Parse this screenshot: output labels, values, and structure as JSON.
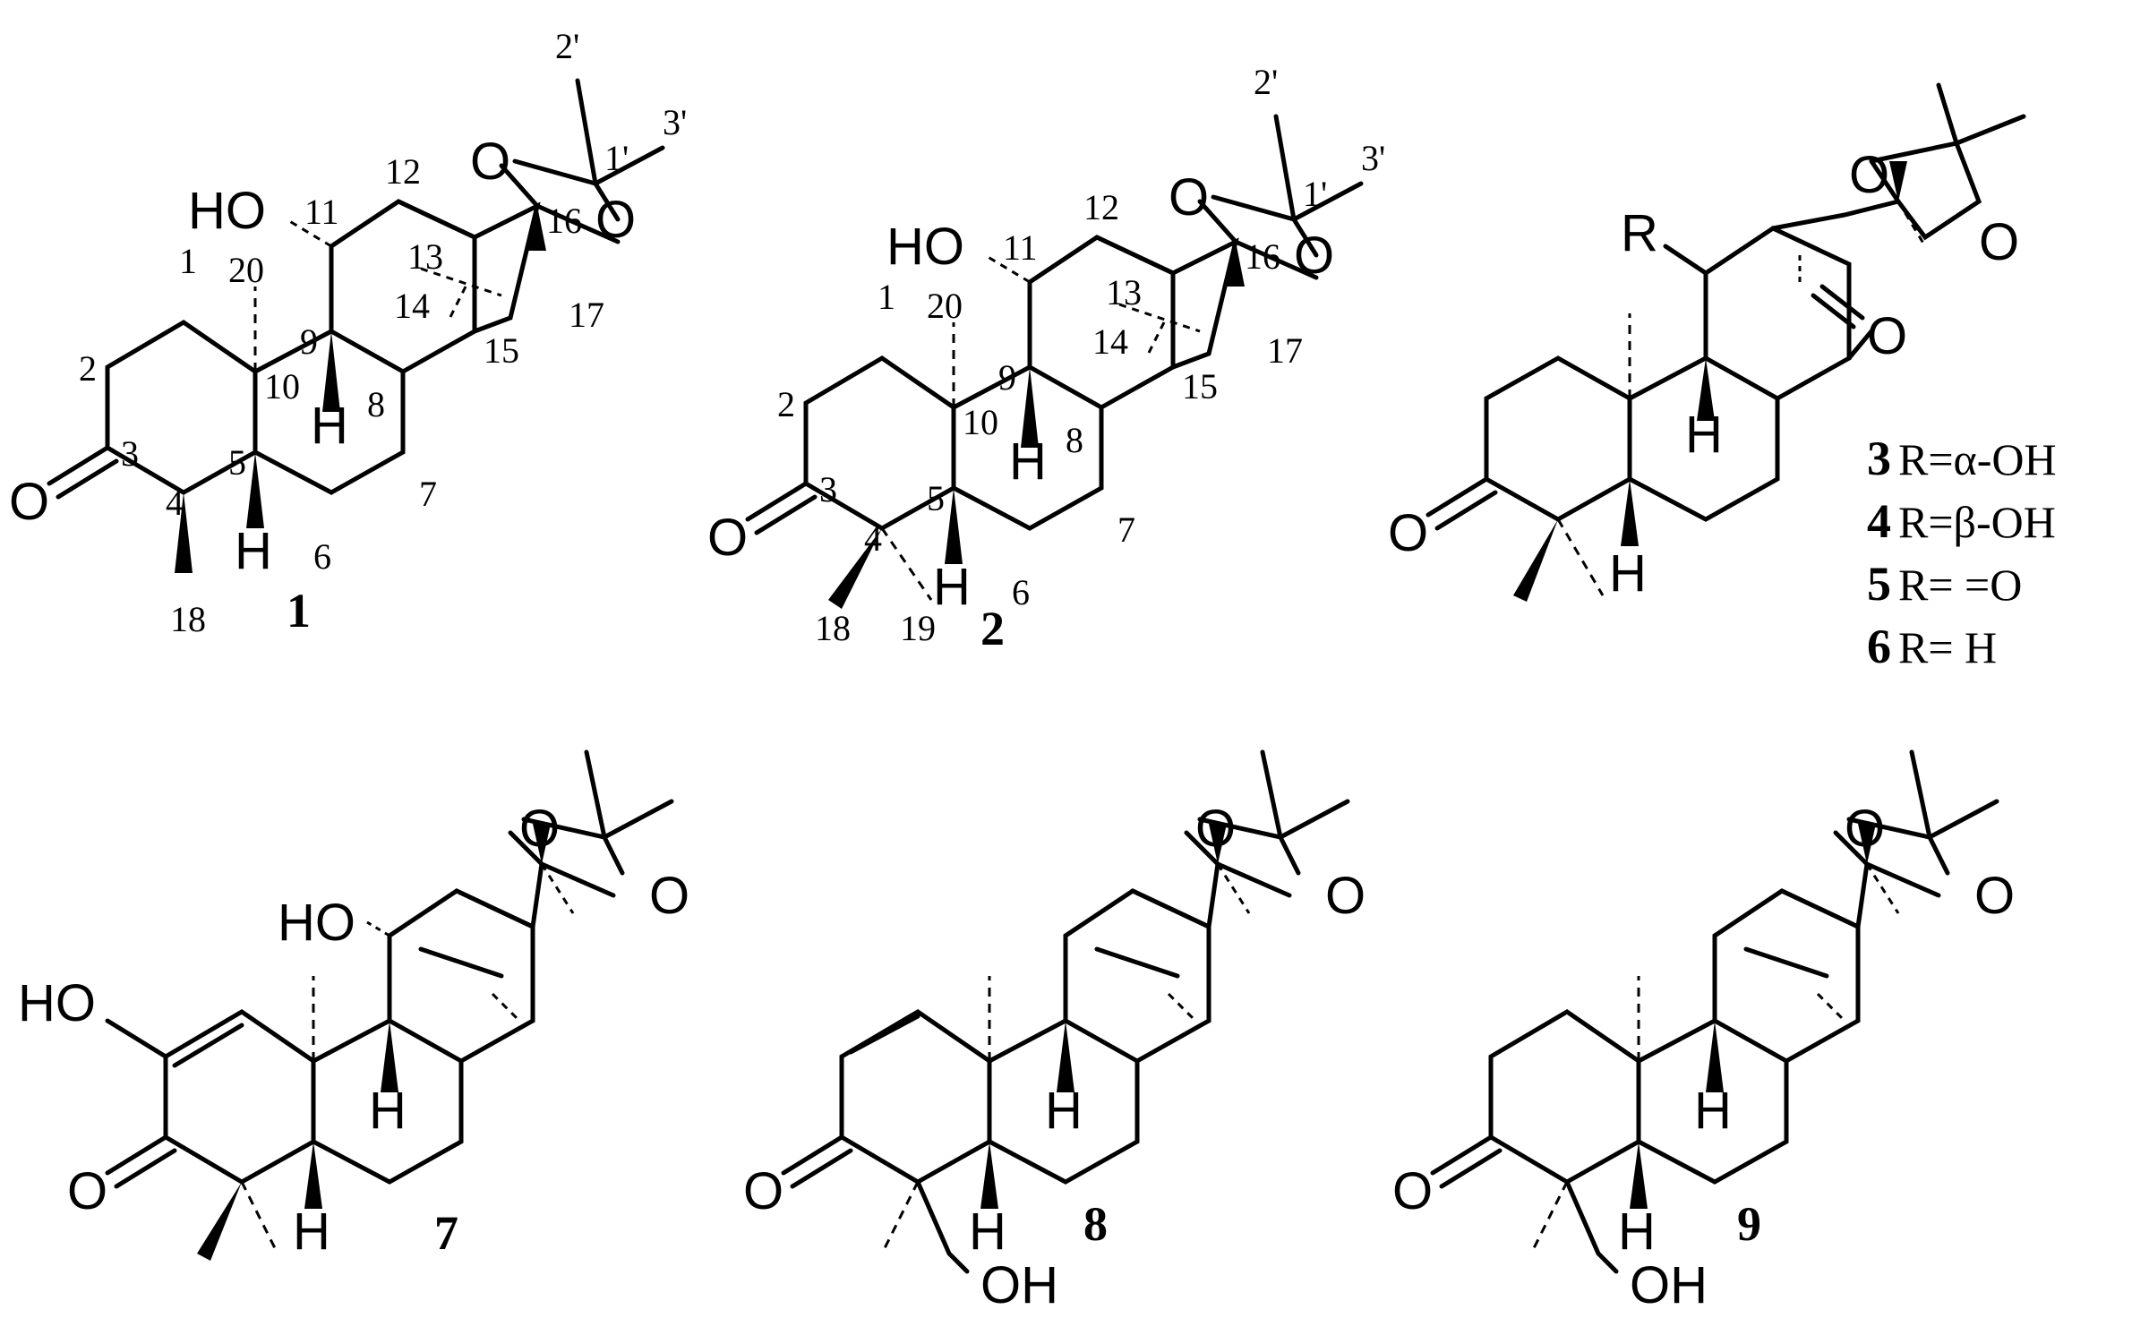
{
  "compounds": [
    {
      "id": "1",
      "atoms": {
        "ho": "HO",
        "o_top": "O",
        "o_right": "O",
        "o_keto": "O",
        "h9": "H",
        "h5": "H"
      },
      "numbers": {
        "n1": "1",
        "n2": "2",
        "n3": "3",
        "n4": "4",
        "n5": "5",
        "n6": "6",
        "n7": "7",
        "n8": "8",
        "n9": "9",
        "n10": "10",
        "n11": "11",
        "n12": "12",
        "n13": "13",
        "n14": "14",
        "n15": "15",
        "n16": "16",
        "n17": "17",
        "n18": "18",
        "n20": "20",
        "n1p": "1'",
        "n2p": "2'",
        "n3p": "3'"
      }
    },
    {
      "id": "2",
      "atoms": {
        "ho": "HO",
        "o_top": "O",
        "o_right": "O",
        "o_keto": "O",
        "h9": "H",
        "h5": "H"
      },
      "numbers": {
        "n1": "1",
        "n2": "2",
        "n3": "3",
        "n4": "4",
        "n5": "5",
        "n6": "6",
        "n7": "7",
        "n8": "8",
        "n9": "9",
        "n10": "10",
        "n11": "11",
        "n12": "12",
        "n13": "13",
        "n14": "14",
        "n15": "15",
        "n16": "16",
        "n17": "17",
        "n18": "18",
        "n19": "19",
        "n20": "20",
        "n1p": "1'",
        "n2p": "2'",
        "n3p": "3'"
      }
    },
    {
      "ids": [
        "3",
        "4",
        "5",
        "6"
      ],
      "atoms": {
        "r": "R",
        "o_top": "O",
        "o_right": "O",
        "o_keto": "O",
        "o_bridge": "O",
        "h9": "H",
        "h5": "H"
      },
      "substituents": [
        {
          "id": "3",
          "text": "R=α-OH"
        },
        {
          "id": "4",
          "text": "R=β-OH"
        },
        {
          "id": "5",
          "text": "R= =O"
        },
        {
          "id": "6",
          "text": "R= H"
        }
      ]
    },
    {
      "id": "7",
      "atoms": {
        "ho2": "HO",
        "ho11": "HO",
        "o_top": "O",
        "o_right": "O",
        "o_keto": "O",
        "h9": "H",
        "h5": "H"
      }
    },
    {
      "id": "8",
      "atoms": {
        "o_top": "O",
        "o_right": "O",
        "o_keto": "O",
        "h9": "H",
        "h5": "H",
        "oh": "OH"
      }
    },
    {
      "id": "9",
      "atoms": {
        "o_top": "O",
        "o_right": "O",
        "o_keto": "O",
        "h9": "H",
        "h5": "H",
        "oh": "OH"
      }
    }
  ]
}
